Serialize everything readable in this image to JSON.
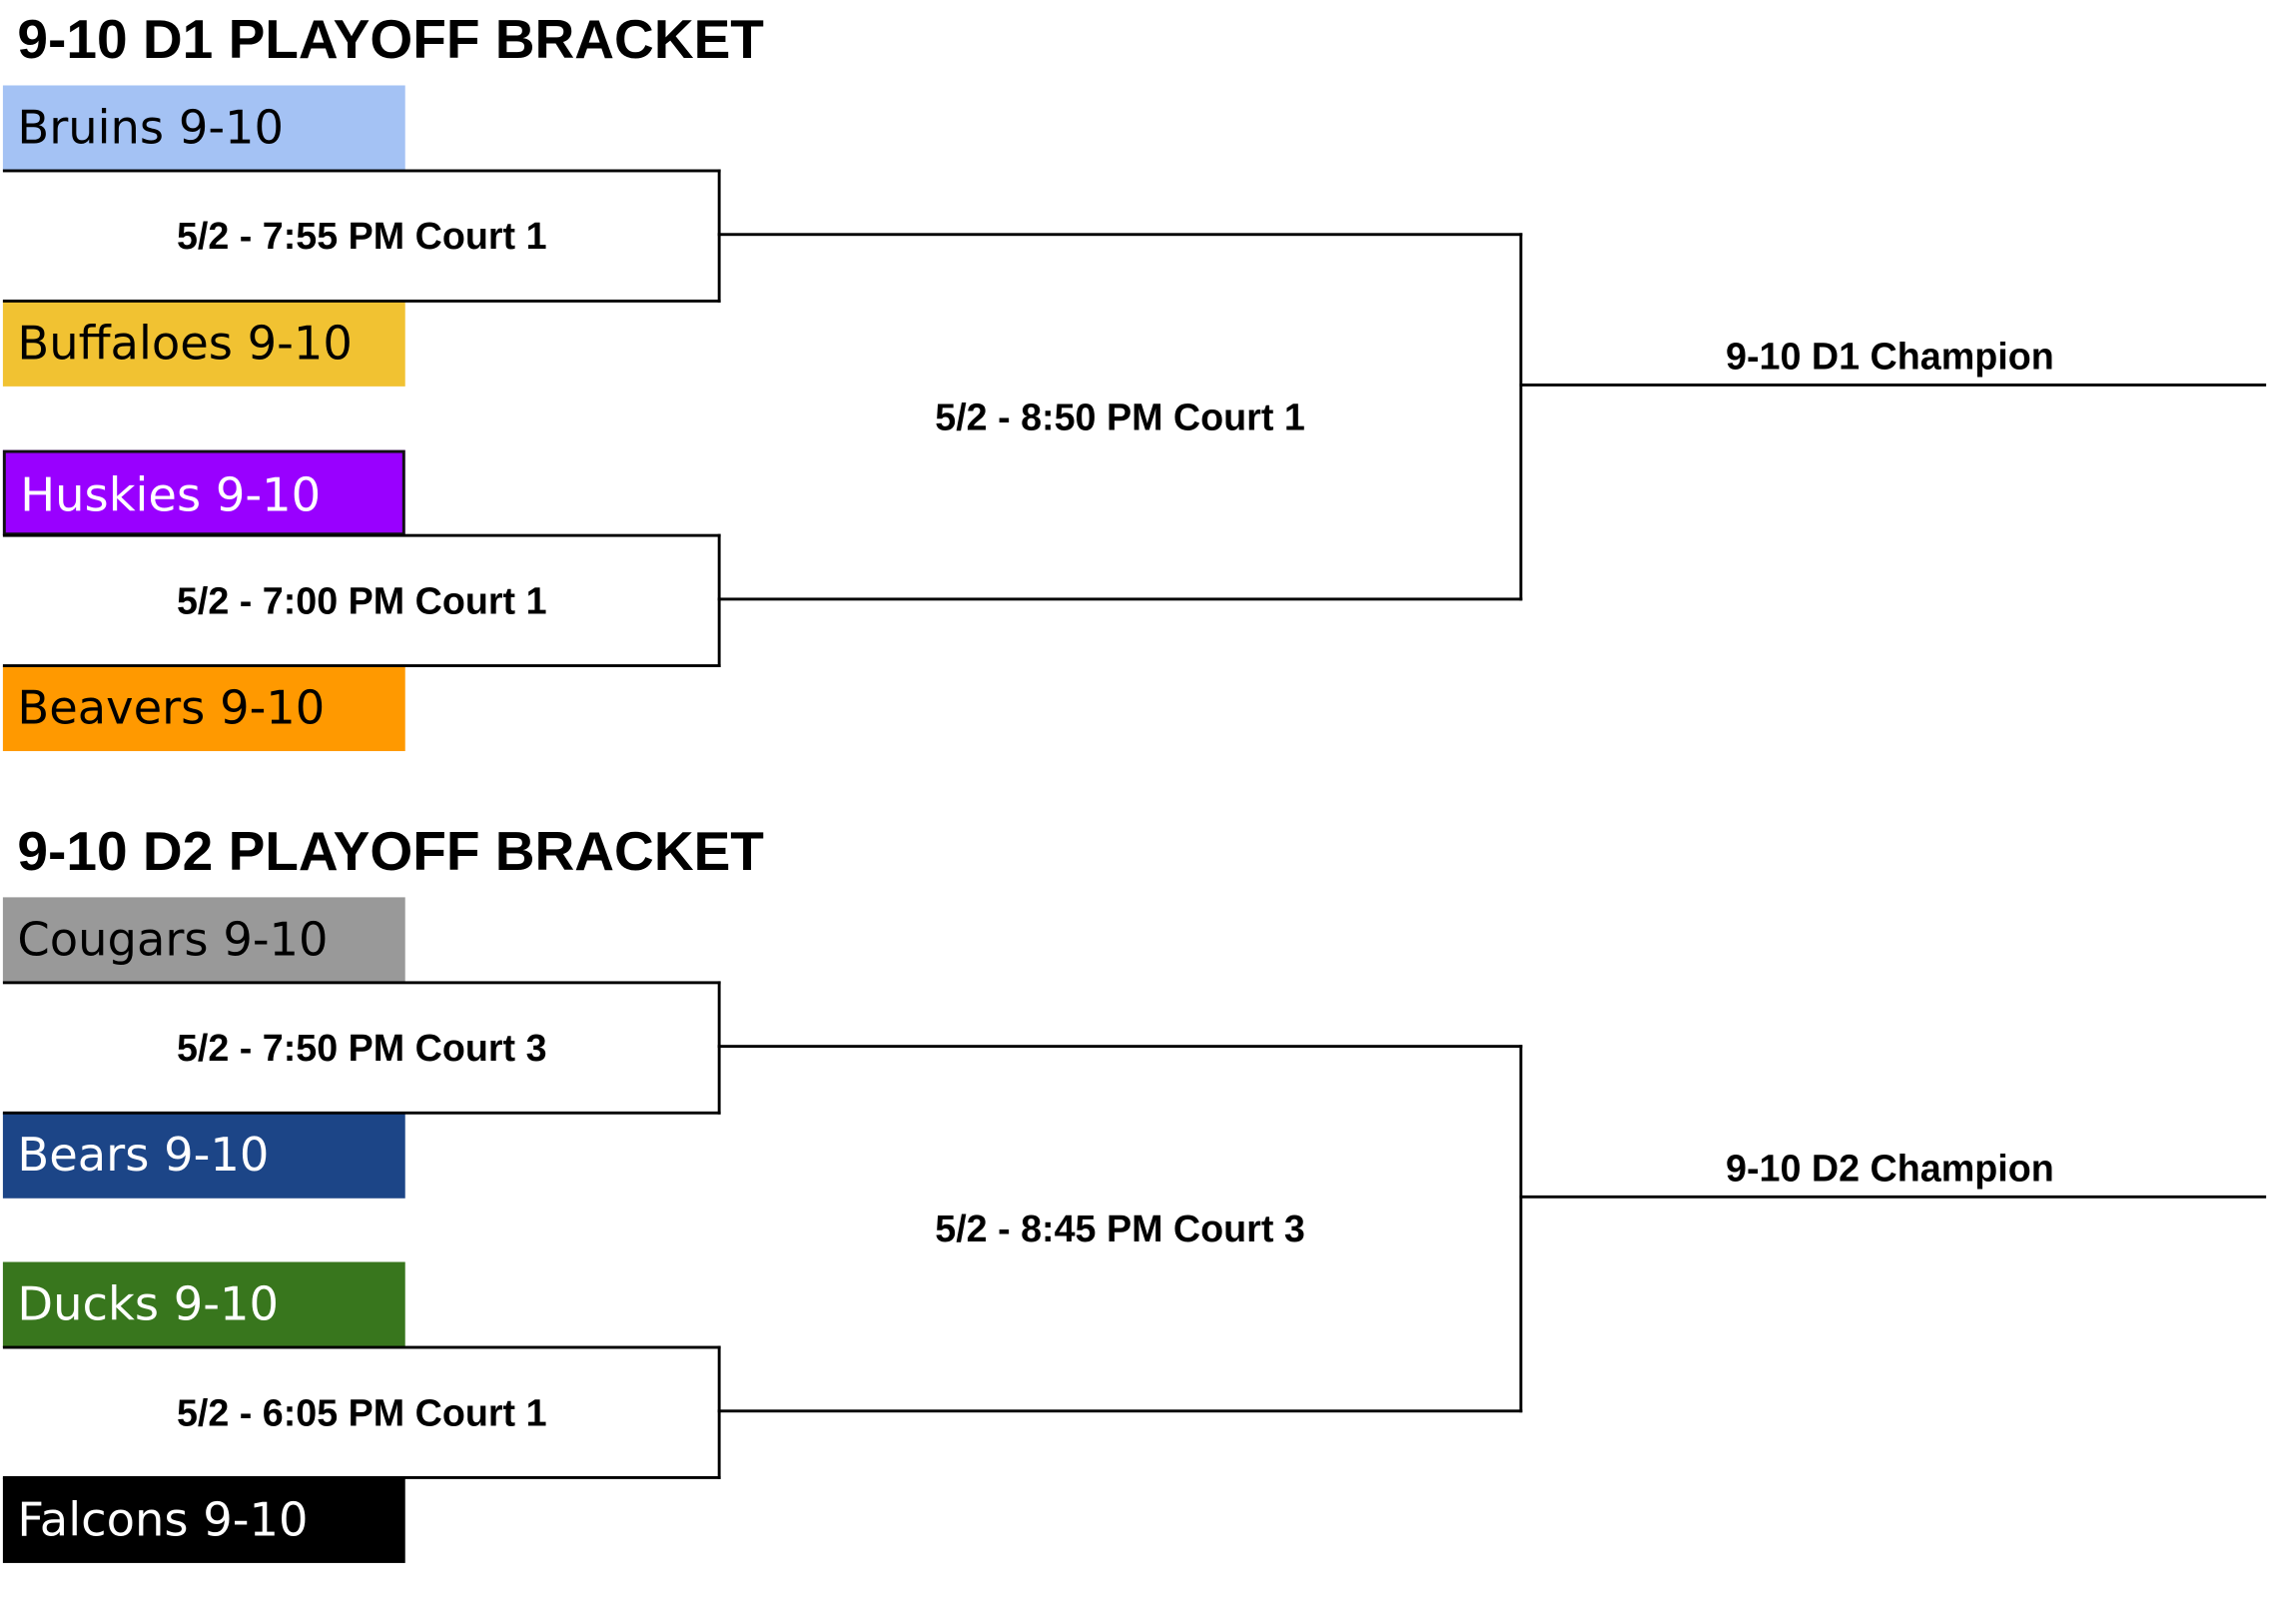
{
  "brackets": [
    {
      "title": "9-10 D1 PLAYOFF BRACKET",
      "teams": [
        {
          "name": "Bruins 9-10",
          "bg": "#a4c2f4",
          "fg": "#000000"
        },
        {
          "name": "Buffaloes 9-10",
          "bg": "#f1c232",
          "fg": "#000000"
        },
        {
          "name": "Huskies 9-10",
          "bg": "#9900ff",
          "fg": "#ffffff"
        },
        {
          "name": "Beavers 9-10",
          "bg": "#ff9900",
          "fg": "#000000"
        }
      ],
      "semifinal_top": "5/2 - 7:55 PM Court 1",
      "semifinal_bottom": "5/2 - 7:00 PM Court 1",
      "final": "5/2 - 8:50 PM Court 1",
      "champion": "9-10 D1 Champion"
    },
    {
      "title": "9-10 D2 PLAYOFF BRACKET",
      "teams": [
        {
          "name": "Cougars 9-10",
          "bg": "#999999",
          "fg": "#000000"
        },
        {
          "name": "Bears 9-10",
          "bg": "#1c4587",
          "fg": "#ffffff"
        },
        {
          "name": "Ducks 9-10",
          "bg": "#38761d",
          "fg": "#ffffff"
        },
        {
          "name": "Falcons 9-10",
          "bg": "#000000",
          "fg": "#ffffff"
        }
      ],
      "semifinal_top": "5/2 - 7:50 PM Court 3",
      "semifinal_bottom": "5/2 - 6:05 PM Court 1",
      "final": "5/2 - 8:45 PM Court 3",
      "champion": "9-10 D2 Champion"
    }
  ]
}
